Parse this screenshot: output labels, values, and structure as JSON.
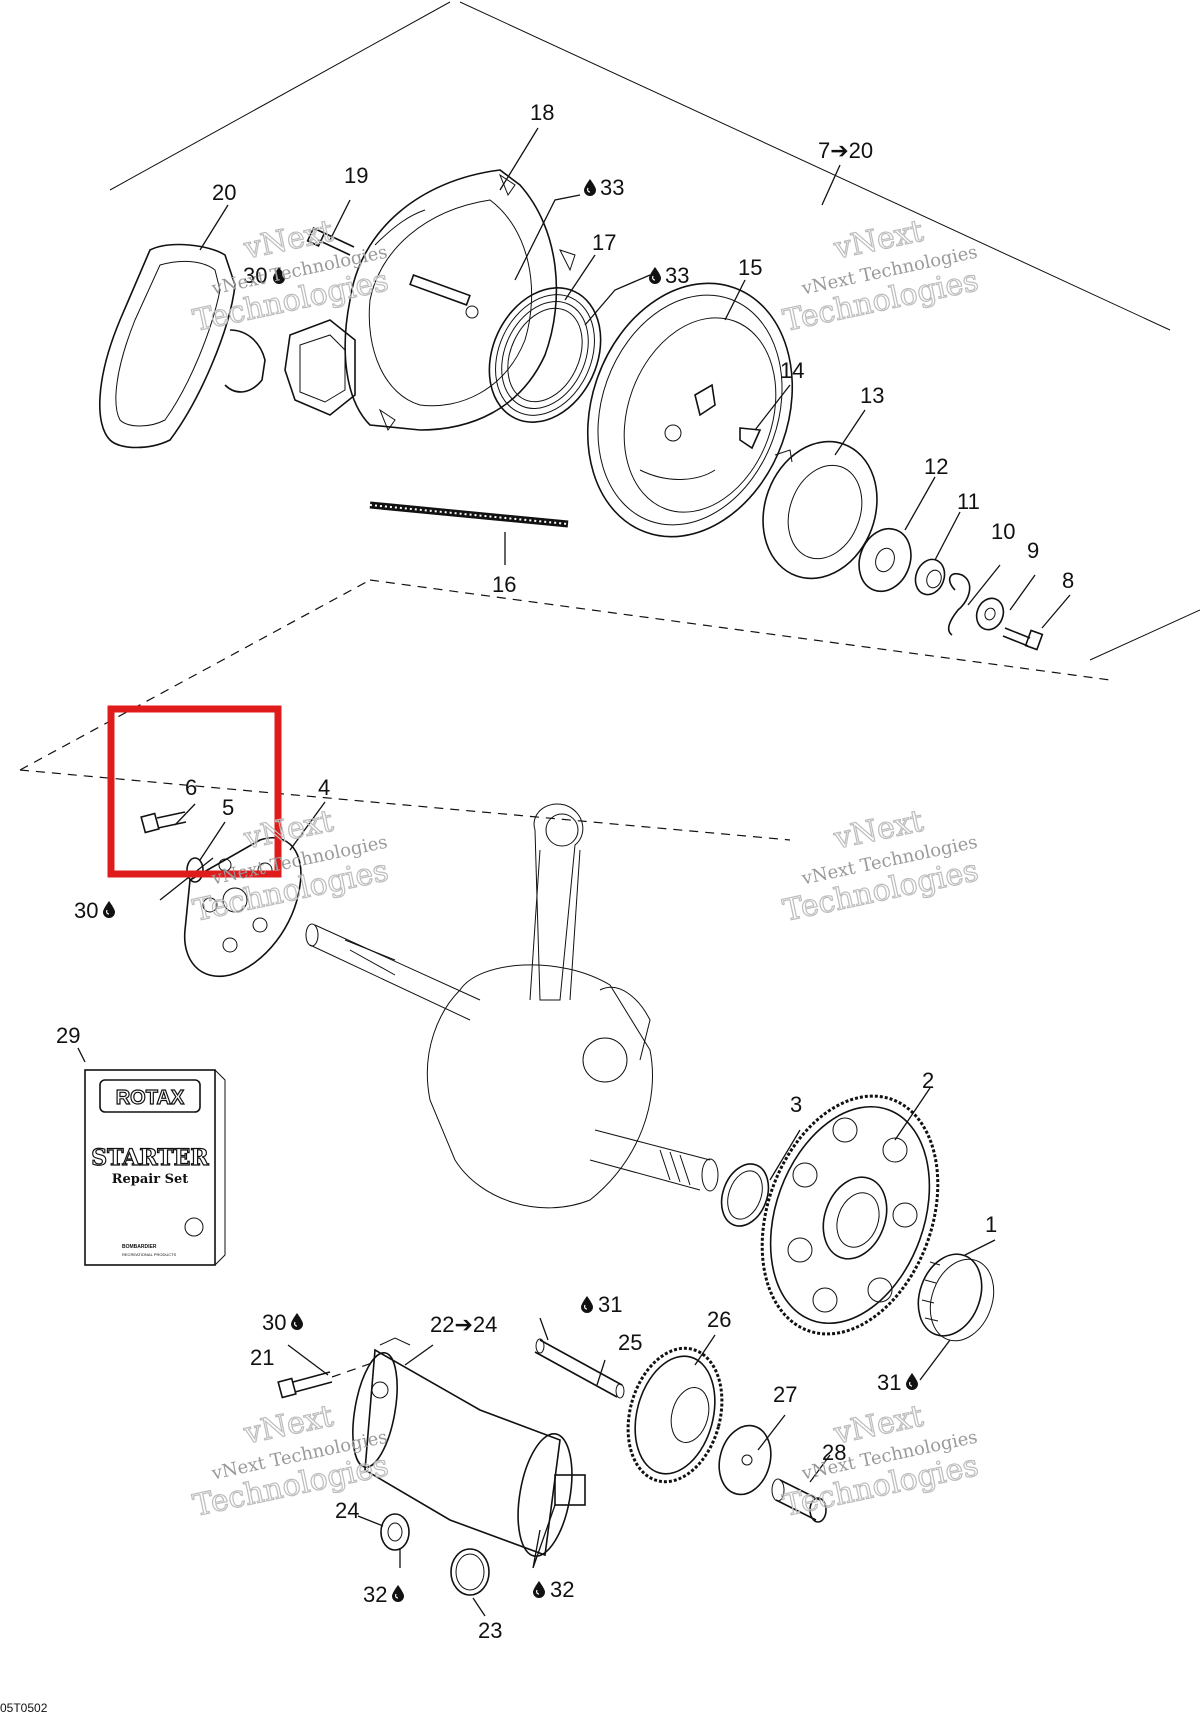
{
  "diagram": {
    "doc_code": "05T0502",
    "watermark_line1": "vNext Technologies",
    "watermark_line2": "Technologies",
    "watermark_line0": "vNext",
    "repair_kit": {
      "brand": "ROTAX",
      "title": "STARTER",
      "subtitle": "Repair Set",
      "footer1": "BOMBARDIER",
      "footer2": "RECREATIONAL PRODUCTS"
    },
    "highlight_color": "#e01b1b",
    "labels": [
      {
        "id": "1",
        "text": "1"
      },
      {
        "id": "2",
        "text": "2"
      },
      {
        "id": "3",
        "text": "3"
      },
      {
        "id": "4",
        "text": "4"
      },
      {
        "id": "5",
        "text": "5"
      },
      {
        "id": "6",
        "text": "6"
      },
      {
        "id": "7",
        "text": "7➔20"
      },
      {
        "id": "8",
        "text": "8"
      },
      {
        "id": "9",
        "text": "9"
      },
      {
        "id": "10",
        "text": "10"
      },
      {
        "id": "11",
        "text": "11"
      },
      {
        "id": "12",
        "text": "12"
      },
      {
        "id": "13",
        "text": "13"
      },
      {
        "id": "14",
        "text": "14"
      },
      {
        "id": "15",
        "text": "15"
      },
      {
        "id": "16",
        "text": "16"
      },
      {
        "id": "17",
        "text": "17"
      },
      {
        "id": "18",
        "text": "18"
      },
      {
        "id": "19",
        "text": "19"
      },
      {
        "id": "20",
        "text": "20"
      },
      {
        "id": "21",
        "text": "21"
      },
      {
        "id": "22",
        "text": "22➔24"
      },
      {
        "id": "23",
        "text": "23"
      },
      {
        "id": "24",
        "text": "24"
      },
      {
        "id": "25",
        "text": "25"
      },
      {
        "id": "26",
        "text": "26"
      },
      {
        "id": "27",
        "text": "27"
      },
      {
        "id": "28",
        "text": "28"
      },
      {
        "id": "29",
        "text": "29"
      },
      {
        "id": "30a",
        "text": "30"
      },
      {
        "id": "30b",
        "text": "30"
      },
      {
        "id": "30c",
        "text": "30"
      },
      {
        "id": "31a",
        "text": "31"
      },
      {
        "id": "31b",
        "text": "31"
      },
      {
        "id": "32a",
        "text": "32"
      },
      {
        "id": "32b",
        "text": "32"
      },
      {
        "id": "33a",
        "text": "33"
      },
      {
        "id": "33b",
        "text": "33"
      }
    ]
  }
}
